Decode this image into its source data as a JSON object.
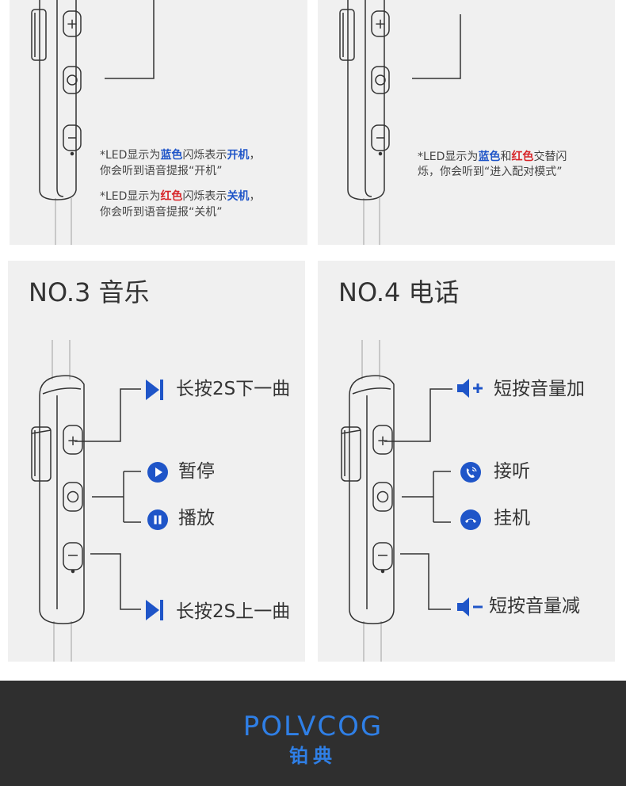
{
  "panel1": {
    "line1_a": "*LED显示为",
    "line1_b": "蓝色",
    "line1_c": "闪烁表示",
    "line1_d": "开机",
    "line1_e": "，",
    "line2": "你会听到语音提报“开机”",
    "line3_a": "*LED显示为",
    "line3_b": "红色",
    "line3_c": "闪烁表示",
    "line3_d": "关机",
    "line3_e": "，",
    "line4": "你会听到语音提报“关机”"
  },
  "panel2": {
    "line1_a": "*LED显示为",
    "line1_b": "蓝色",
    "line1_c": "和",
    "line1_d": "红色",
    "line1_e": "交替闪",
    "line2": "烁，你会听到“进入配对模式”"
  },
  "panel3": {
    "title": "NO.3 音乐",
    "next": "长按2S下一曲",
    "pause": "暂停",
    "play": "播放",
    "prev": "长按2S上一曲"
  },
  "panel4": {
    "title": "NO.4 电话",
    "vol_up": "短按音量加",
    "answer": "接听",
    "hangup": "挂机",
    "vol_down": "短按音量减"
  },
  "footer": {
    "logo": "POLVCOG",
    "brand_cn": "铂典"
  },
  "colors": {
    "accent": "#1f55c8",
    "red": "#d7262a",
    "footer_bg": "#2f2f2f",
    "logo": "#2f7fe6",
    "panel_bg": "#f0f0f0"
  }
}
